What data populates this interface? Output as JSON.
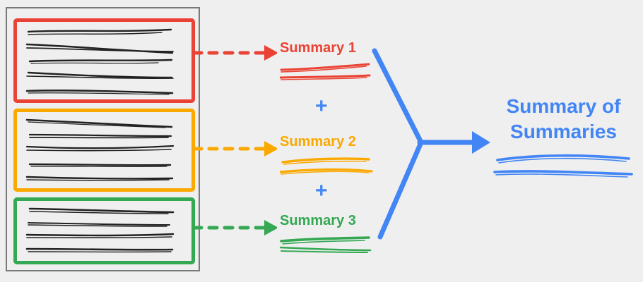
{
  "diagram": {
    "title": "Hierarchical summarization (map-reduce) flow",
    "background_color": "#efefef"
  },
  "colors": {
    "red": "#EA4335",
    "amber": "#FBA900",
    "green": "#34A853",
    "blue": "#4285F4",
    "text_black": "#222222",
    "container_border": "#7a7a7a"
  },
  "source_document": {
    "name": "source-document",
    "sections": [
      {
        "id": "red",
        "color": "#EA4335",
        "text_line_count": 5
      },
      {
        "id": "amber",
        "color": "#FBA900",
        "text_line_count": 5
      },
      {
        "id": "green",
        "color": "#34A853",
        "text_line_count": 4
      }
    ]
  },
  "connectors": [
    {
      "id": "red",
      "style": "dashed",
      "color": "#EA4335",
      "direction": "right"
    },
    {
      "id": "amber",
      "style": "dashed",
      "color": "#FBA900",
      "direction": "right"
    },
    {
      "id": "green",
      "style": "dashed",
      "color": "#34A853",
      "direction": "right"
    }
  ],
  "summaries": [
    {
      "label": "Summary 1",
      "color": "#EA4335",
      "underline_count": 2
    },
    {
      "label": "Summary 2",
      "color": "#FBA900",
      "underline_count": 2
    },
    {
      "label": "Summary 3",
      "color": "#34A853",
      "underline_count": 2
    }
  ],
  "operators": [
    {
      "symbol": "+",
      "color": "#4285F4"
    },
    {
      "symbol": "+",
      "color": "#4285F4"
    }
  ],
  "merge": {
    "name": "merge-arrow",
    "color": "#4285F4",
    "direction": "right",
    "input_branches": 2
  },
  "final_output": {
    "line1": "Summary of",
    "line2": "Summaries",
    "color": "#4285F4",
    "underline_count": 2
  }
}
